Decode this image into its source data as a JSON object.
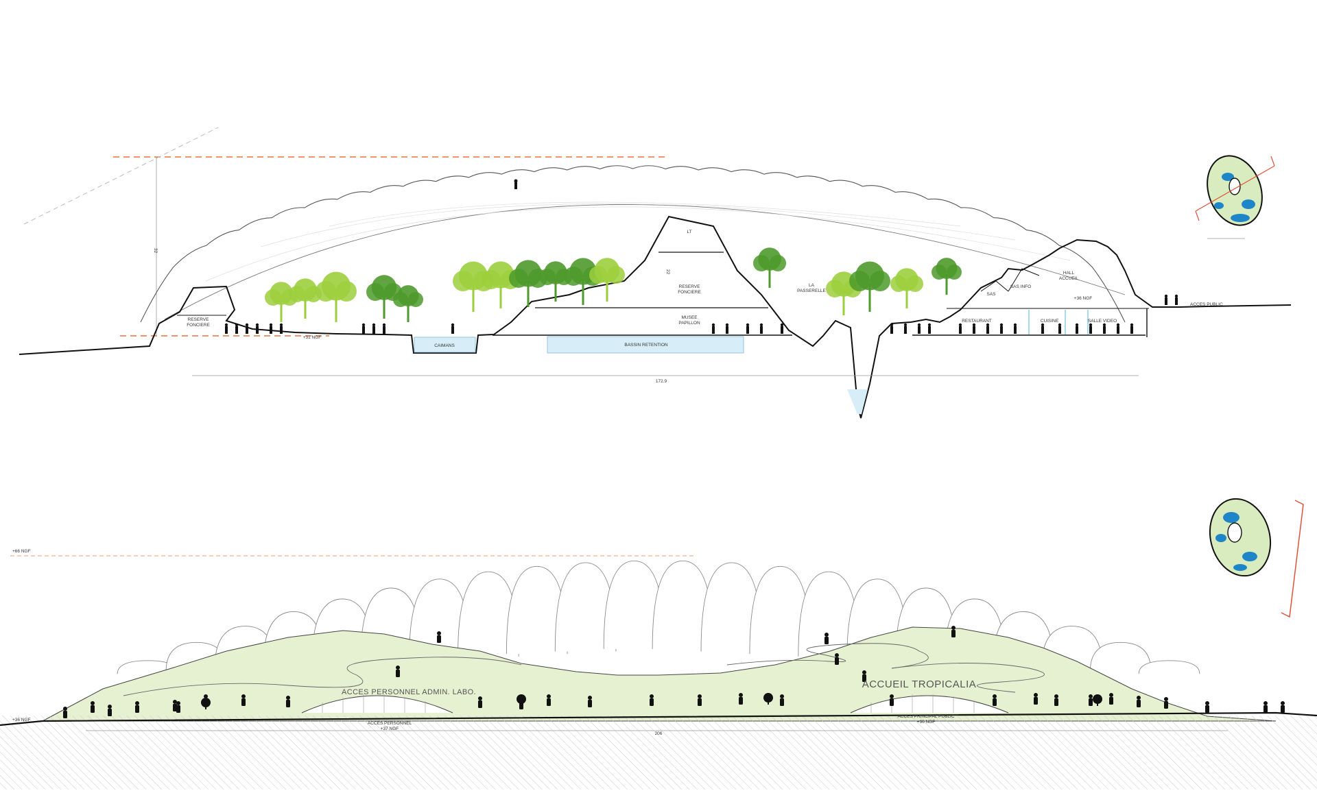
{
  "section": {
    "labels": {
      "reserve_fonciere_left": [
        "RESERVE",
        "FONCIERE"
      ],
      "level_31": "+31 NGF",
      "caimans": "CAIMANS",
      "bassin_retention": "BASSIN RETENTION",
      "musee_papillon": [
        "MUSEE",
        "PAPILLON"
      ],
      "reserve_fonciere_center": [
        "RESERVE",
        "FONCIERE"
      ],
      "lt": "LT",
      "la_passerelle": [
        "LA",
        "PASSERELLE"
      ],
      "sas": "SAS",
      "sas_info": "SAS INFO",
      "hall_accueil": [
        "HALL",
        "ACCUEIL"
      ],
      "level_36": "+36 NGF",
      "acces_public": "ACCES PUBLIC",
      "restaurant": "RESTAURANT",
      "cuisine": "CUISINE",
      "salle_video": "SALLE VIDEO",
      "dim_width": "172.9",
      "dim_height": "32",
      "dim_inner": "22"
    }
  },
  "elevation": {
    "labels": {
      "level_top": "+66 NGF",
      "level_ground": "+36 NGF",
      "acces_personnel_sign": "ACCES PERSONNEL ADMIN. LABO.",
      "accueil_tropicalia": "ACCUEIL TROPICALIA",
      "acces_personnel": [
        "ACCES PERSONNEL",
        "+37 NGF"
      ],
      "acces_principal": [
        "ACCES PRINCIPAL PUBLIC",
        "+36 NGF"
      ],
      "dim_width": "206"
    }
  },
  "colors": {
    "line": "#111111",
    "thin_line": "#9a9a9a",
    "orange_dashed": "#e8703a",
    "tree_light": "#9ccf3d",
    "tree_dark": "#4e9a2c",
    "hill_fill": "#e6f1d2",
    "water": "#d7eef8",
    "keyplan_water": "#1e86c8"
  }
}
